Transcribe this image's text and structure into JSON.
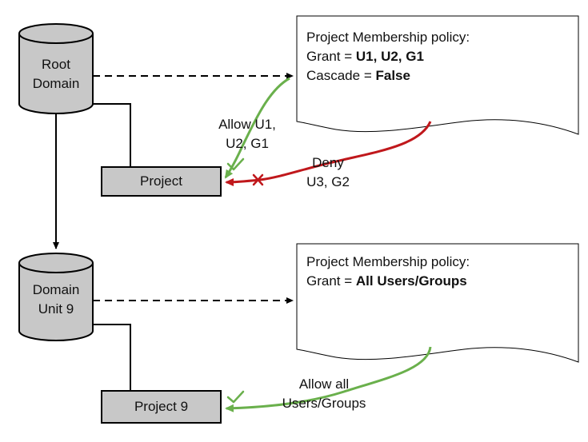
{
  "root_domain": {
    "line1": "Root",
    "line2": "Domain"
  },
  "project_top": {
    "label": "Project"
  },
  "domain_unit": {
    "line1": "Domain",
    "line2": "Unit 9"
  },
  "project_bottom": {
    "label": "Project 9"
  },
  "policy_top": {
    "title": "Project Membership policy:",
    "grant_prefix": "Grant = ",
    "grant_value": "U1, U2, G1",
    "cascade_prefix": "Cascade = ",
    "cascade_value": "False"
  },
  "policy_bottom": {
    "title": "Project Membership policy:",
    "grant_prefix": "Grant = ",
    "grant_value": "All Users/Groups"
  },
  "allow_top": {
    "line1": "Allow U1,",
    "line2": "U2, G1"
  },
  "deny": {
    "line1": "Deny",
    "line2": "U3, G2"
  },
  "allow_bottom": {
    "line1": "Allow all",
    "line2": "Users/Groups"
  },
  "colors": {
    "fill_gray": "#c8c8c8",
    "allow_green": "#6ab04c",
    "deny_red": "#c0181c",
    "stroke": "#000000"
  },
  "icons": {
    "allow_mark": "check-icon",
    "deny_mark": "cross-icon"
  }
}
